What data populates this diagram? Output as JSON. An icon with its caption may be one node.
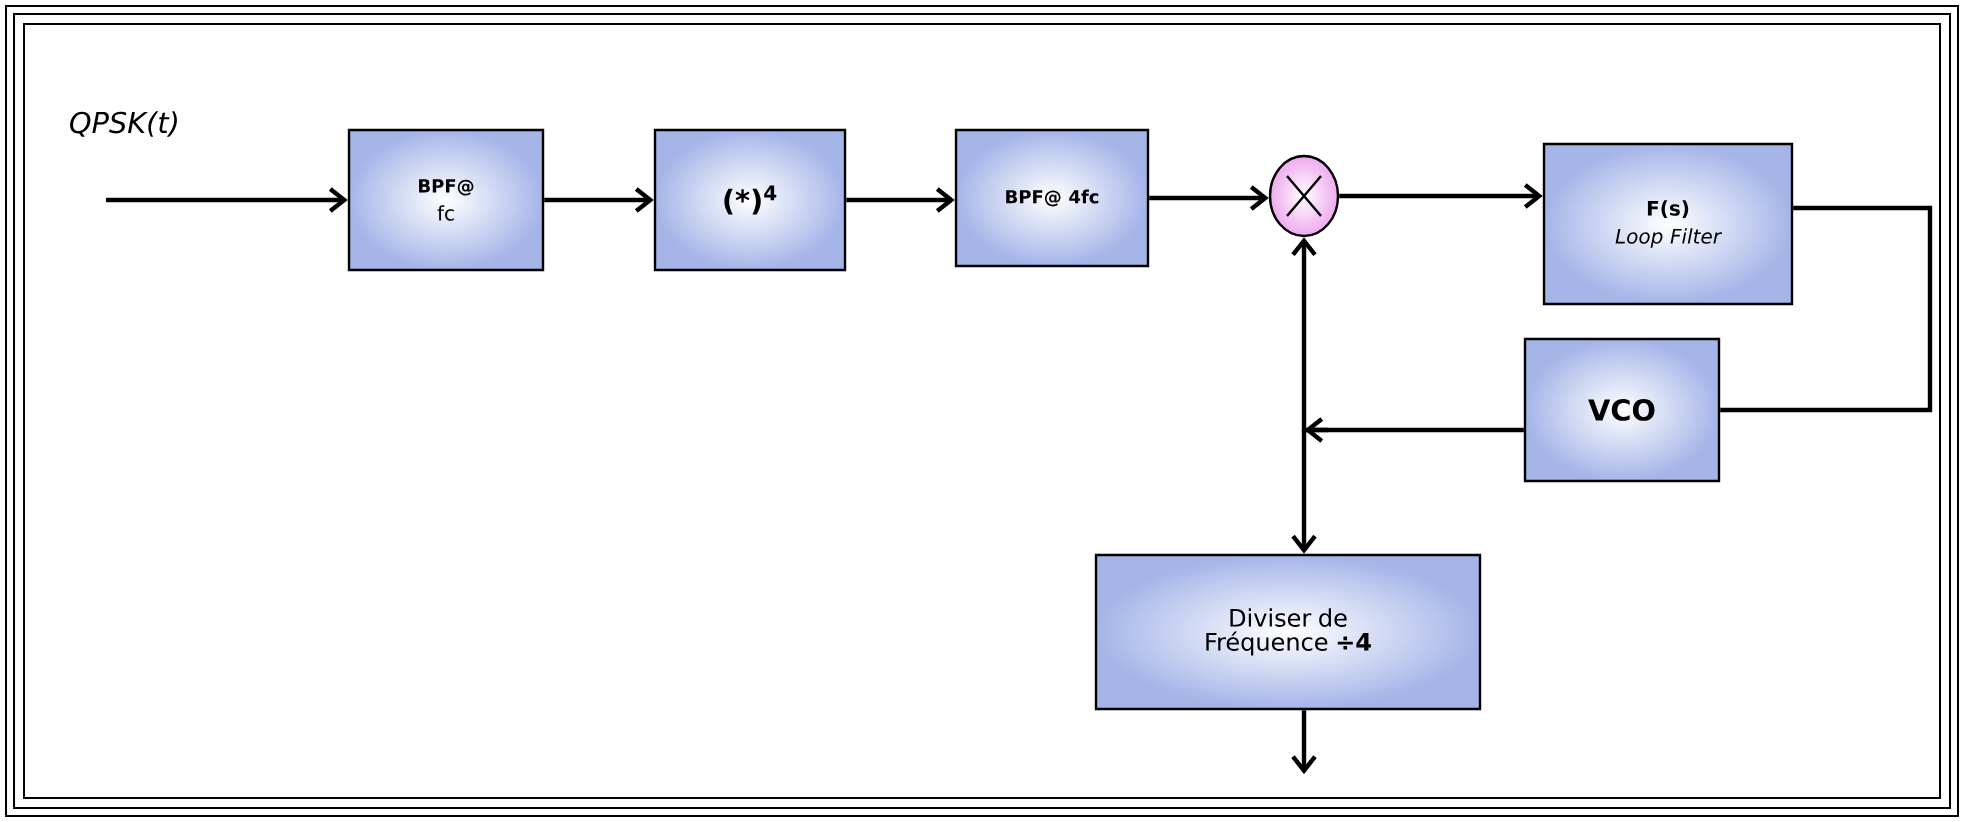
{
  "diagram": {
    "nodes": [
      {
        "text": [
          "BPF@",
          "fc"
        ]
      },
      {
        "text": [
          "(*)$^{4}$"
        ]
      },
      {
        "text": [
          "BPF@ 4fc"
        ]
      },
      {
        "text": [],
        "shape": "circle"
      },
      {
        "text": [
          "F(s)",
          "Loop Filter"
        ]
      },
      {
        "text": [
          "VCO"
        ]
      },
      {
        "text": [
          "Diviser de Fréquence **÷4**"
        ]
      }
    ],
    "edges": [
      {
        "from": null,
        "to": 0,
        "arrow": "to"
      },
      {
        "from": 0,
        "to": 1,
        "arrow": "to"
      },
      {
        "from": 1,
        "to": 2,
        "arrow": "to"
      },
      {
        "from": 2,
        "to": 3,
        "arrow": "to"
      },
      {
        "from": 3,
        "to": 4,
        "arrow": "to"
      },
      {
        "from": 4,
        "to": 5,
        "arrow": "none"
      },
      {
        "from": 5,
        "to": 3,
        "arrow": "to"
      },
      {
        "from": 5,
        "to": 6,
        "arrow": "to"
      },
      {
        "from": 6,
        "to": null,
        "arrow": "to"
      }
    ],
    "labels": [
      "QPSK(t)"
    ]
  }
}
